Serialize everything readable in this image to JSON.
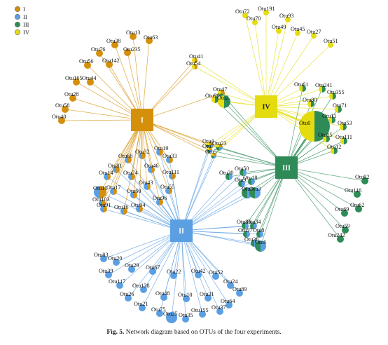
{
  "legend": [
    {
      "label": "I",
      "color": "#d4900b"
    },
    {
      "label": "II",
      "color": "#5b9fe3"
    },
    {
      "label": "III",
      "color": "#2e8b57"
    },
    {
      "label": "IV",
      "color": "#e4dc0f"
    }
  ],
  "hubs": [
    {
      "id": "I",
      "label": "I"
    },
    {
      "id": "II",
      "label": "II"
    },
    {
      "id": "III",
      "label": "III"
    },
    {
      "id": "IV",
      "label": "IV"
    }
  ],
  "otus": [
    {
      "label": "Otu13",
      "groups": [
        "I"
      ]
    },
    {
      "label": "Otu63",
      "groups": [
        "I"
      ]
    },
    {
      "label": "Otu38",
      "groups": [
        "I"
      ]
    },
    {
      "label": "Otu76",
      "groups": [
        "I"
      ]
    },
    {
      "label": "Otu235",
      "groups": [
        "I"
      ]
    },
    {
      "label": "Otu56",
      "groups": [
        "I"
      ]
    },
    {
      "label": "Otu142",
      "groups": [
        "I"
      ]
    },
    {
      "label": "Otu165",
      "groups": [
        "I"
      ]
    },
    {
      "label": "Otu44",
      "groups": [
        "I"
      ]
    },
    {
      "label": "Otu28",
      "groups": [
        "I"
      ]
    },
    {
      "label": "Otu58",
      "groups": [
        "I"
      ]
    },
    {
      "label": "Otu40",
      "groups": [
        "I"
      ]
    },
    {
      "label": "Otu41",
      "groups": [
        "I",
        "IV"
      ]
    },
    {
      "label": "Otu54",
      "groups": [
        "I",
        "IV"
      ]
    },
    {
      "label": "Otu72",
      "groups": [
        "IV"
      ]
    },
    {
      "label": "Otu191",
      "groups": [
        "IV"
      ]
    },
    {
      "label": "Otu70",
      "groups": [
        "IV"
      ]
    },
    {
      "label": "Otu93",
      "groups": [
        "IV"
      ]
    },
    {
      "label": "Otu49",
      "groups": [
        "IV"
      ]
    },
    {
      "label": "Otu45",
      "groups": [
        "IV"
      ]
    },
    {
      "label": "Otu27",
      "groups": [
        "IV"
      ]
    },
    {
      "label": "Otu51",
      "groups": [
        "IV"
      ]
    },
    {
      "label": "Otu47",
      "groups": [
        "I",
        "III",
        "IV"
      ]
    },
    {
      "label": "Otu98",
      "groups": [
        "III",
        "IV"
      ]
    },
    {
      "label": "Otu2",
      "groups": [
        "III",
        "IV"
      ]
    },
    {
      "label": "Otu61",
      "groups": [
        "III",
        "IV"
      ]
    },
    {
      "label": "Otu241",
      "groups": [
        "III",
        "IV"
      ]
    },
    {
      "label": "Otu355",
      "groups": [
        "III",
        "IV"
      ]
    },
    {
      "label": "Otu80",
      "groups": [
        "III",
        "IV"
      ]
    },
    {
      "label": "Otu71",
      "groups": [
        "III",
        "IV"
      ]
    },
    {
      "label": "Otu0",
      "groups": [
        "III",
        "IV"
      ]
    },
    {
      "label": "Otu11",
      "groups": [
        "III",
        "IV"
      ]
    },
    {
      "label": "Otu53",
      "groups": [
        "III",
        "IV"
      ]
    },
    {
      "label": "Otu15",
      "groups": [
        "III",
        "IV"
      ]
    },
    {
      "label": "Otu111",
      "groups": [
        "III",
        "IV"
      ]
    },
    {
      "label": "Otu12",
      "groups": [
        "III",
        "IV"
      ]
    },
    {
      "label": "Otu4",
      "groups": [
        "I",
        "II",
        "III",
        "IV"
      ]
    },
    {
      "label": "Otu23",
      "groups": [
        "I",
        "II",
        "III",
        "IV"
      ]
    },
    {
      "label": "Otu7",
      "groups": [
        "I",
        "II",
        "III",
        "IV"
      ]
    },
    {
      "label": "Otu5",
      "groups": [
        "I",
        "II",
        "III",
        "IV"
      ]
    },
    {
      "label": "Otu68",
      "groups": [
        "I",
        "II"
      ]
    },
    {
      "label": "Otu32",
      "groups": [
        "I",
        "II"
      ]
    },
    {
      "label": "Otu19",
      "groups": [
        "I",
        "II"
      ]
    },
    {
      "label": "Otu33",
      "groups": [
        "I",
        "II"
      ]
    },
    {
      "label": "Otu81",
      "groups": [
        "I",
        "II"
      ]
    },
    {
      "label": "Otu46",
      "groups": [
        "I",
        "II"
      ]
    },
    {
      "label": "Otu14",
      "groups": [
        "I",
        "II"
      ]
    },
    {
      "label": "Otu74",
      "groups": [
        "I",
        "II"
      ]
    },
    {
      "label": "Otu111",
      "groups": [
        "I",
        "II"
      ]
    },
    {
      "label": "Otu43",
      "groups": [
        "I",
        "II"
      ]
    },
    {
      "label": "Otu55",
      "groups": [
        "I",
        "II"
      ]
    },
    {
      "label": "Otu10",
      "groups": [
        "I",
        "II"
      ]
    },
    {
      "label": "Otu17",
      "groups": [
        "I",
        "II"
      ]
    },
    {
      "label": "Otu60",
      "groups": [
        "I",
        "II"
      ]
    },
    {
      "label": "Otu103",
      "groups": [
        "I",
        "II"
      ]
    },
    {
      "label": "Otu96",
      "groups": [
        "I",
        "II"
      ]
    },
    {
      "label": "Otu91",
      "groups": [
        "I",
        "II"
      ]
    },
    {
      "label": "Otu16",
      "groups": [
        "I",
        "II"
      ]
    },
    {
      "label": "Otu94",
      "groups": [
        "I",
        "II"
      ]
    },
    {
      "label": "Otu30",
      "groups": [
        "II",
        "III"
      ]
    },
    {
      "label": "Otu50",
      "groups": [
        "II",
        "III"
      ]
    },
    {
      "label": "Otu9",
      "groups": [
        "II",
        "III"
      ]
    },
    {
      "label": "Otu18",
      "groups": [
        "II",
        "III"
      ]
    },
    {
      "label": "Otu1",
      "groups": [
        "II",
        "III"
      ]
    },
    {
      "label": "Otu3",
      "groups": [
        "II",
        "III"
      ]
    },
    {
      "label": "Otu86",
      "groups": [
        "II",
        "III"
      ]
    },
    {
      "label": "Otu34",
      "groups": [
        "II",
        "III"
      ]
    },
    {
      "label": "Otu57",
      "groups": [
        "II",
        "III"
      ]
    },
    {
      "label": "Otu8",
      "groups": [
        "II",
        "III"
      ]
    },
    {
      "label": "Otu36",
      "groups": [
        "II",
        "III"
      ]
    },
    {
      "label": "Otu6",
      "groups": [
        "II",
        "III"
      ]
    },
    {
      "label": "Otu92",
      "groups": [
        "III"
      ]
    },
    {
      "label": "Otu116",
      "groups": [
        "III"
      ]
    },
    {
      "label": "Otu62",
      "groups": [
        "III"
      ]
    },
    {
      "label": "Otu69",
      "groups": [
        "III"
      ]
    },
    {
      "label": "Otu59",
      "groups": [
        "III"
      ]
    },
    {
      "label": "Otu242",
      "groups": [
        "III"
      ]
    },
    {
      "label": "Otu83",
      "groups": [
        "II"
      ]
    },
    {
      "label": "Otu20",
      "groups": [
        "II"
      ]
    },
    {
      "label": "Otu39",
      "groups": [
        "II"
      ]
    },
    {
      "label": "Otu29",
      "groups": [
        "II"
      ]
    },
    {
      "label": "Otu67",
      "groups": [
        "II"
      ]
    },
    {
      "label": "Otu22",
      "groups": [
        "II"
      ]
    },
    {
      "label": "Otu42",
      "groups": [
        "II"
      ]
    },
    {
      "label": "Otu52",
      "groups": [
        "II"
      ]
    },
    {
      "label": "Otu117",
      "groups": [
        "II"
      ]
    },
    {
      "label": "Otu24",
      "groups": [
        "II"
      ]
    },
    {
      "label": "Otu138",
      "groups": [
        "II"
      ]
    },
    {
      "label": "Otu89",
      "groups": [
        "II"
      ]
    },
    {
      "label": "Otu26",
      "groups": [
        "II"
      ]
    },
    {
      "label": "Otu48",
      "groups": [
        "II"
      ]
    },
    {
      "label": "Otu10",
      "groups": [
        "II"
      ]
    },
    {
      "label": "Otu31",
      "groups": [
        "II"
      ]
    },
    {
      "label": "Otu64",
      "groups": [
        "II"
      ]
    },
    {
      "label": "Otu21",
      "groups": [
        "II"
      ]
    },
    {
      "label": "Otu75",
      "groups": [
        "II"
      ]
    },
    {
      "label": "Otu25",
      "groups": [
        "II"
      ]
    },
    {
      "label": "Otu35",
      "groups": [
        "II"
      ]
    },
    {
      "label": "Otu155",
      "groups": [
        "II"
      ]
    },
    {
      "label": "Otu37",
      "groups": [
        "II"
      ]
    }
  ],
  "caption": {
    "label": "Fig. 5.",
    "text": "Network diagram based on OTUs of the four experiments."
  }
}
